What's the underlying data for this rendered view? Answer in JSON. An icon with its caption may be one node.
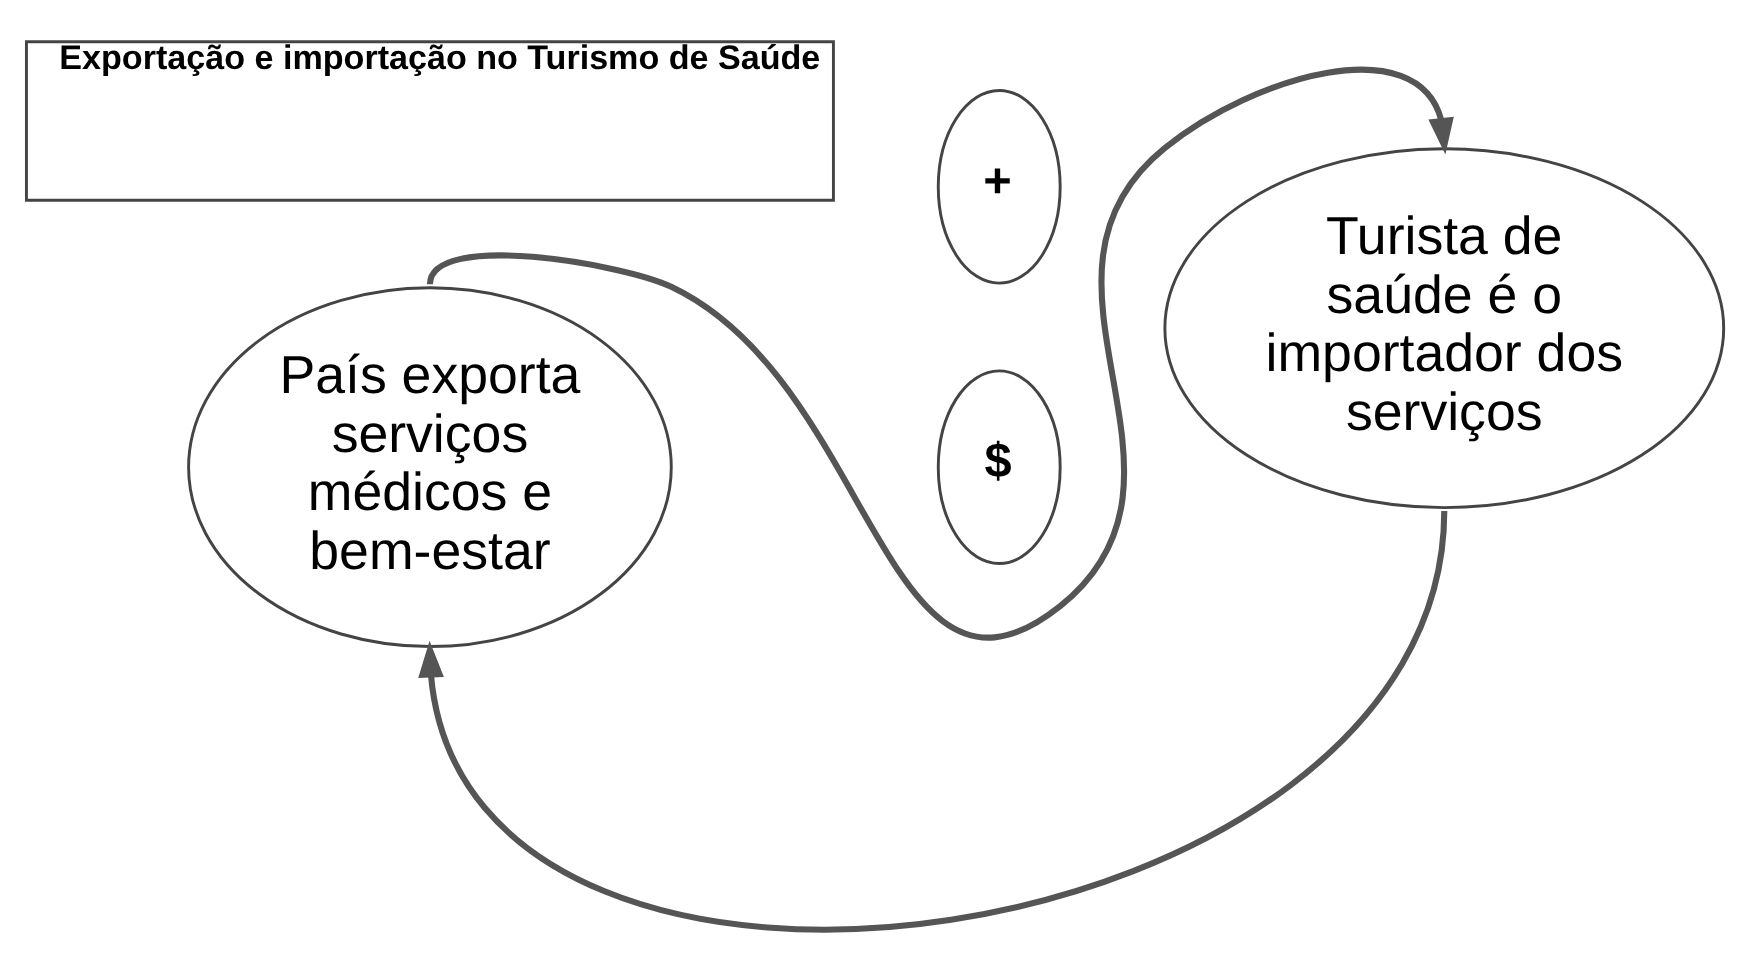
{
  "diagram": {
    "nodes": [
      {
        "text": [
          "Exportação e importação no Turismo de Saúde"
        ]
      },
      {
        "text": [
          "País exporta serviços médicos e bem-estar"
        ]
      },
      {
        "text": [
          "+"
        ]
      },
      {
        "text": [
          "$"
        ]
      },
      {
        "text": [
          "Turista de saúde é o importador dos serviços"
        ]
      }
    ],
    "edges": [
      {
        "from": 1,
        "to": 4,
        "arrow": "to"
      },
      {
        "from": 4,
        "to": 1,
        "arrow": "to"
      }
    ]
  }
}
